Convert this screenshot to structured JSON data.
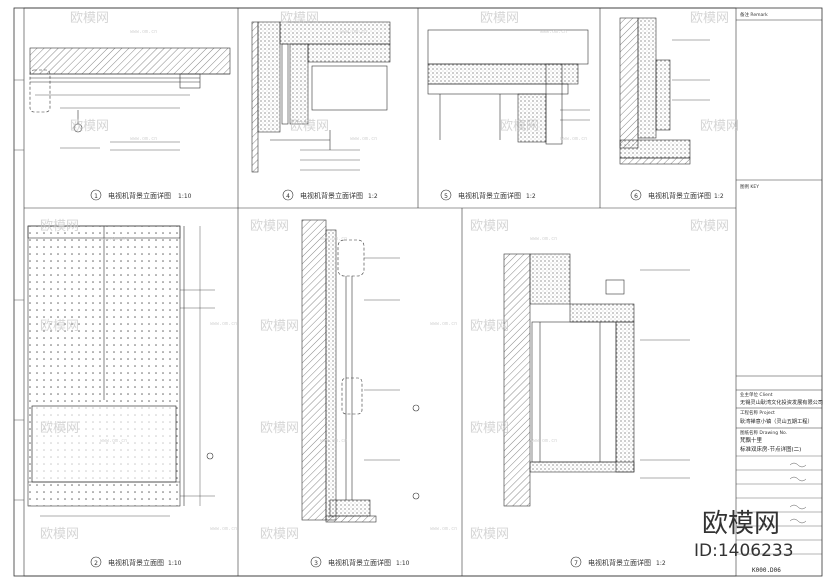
{
  "sheet": {
    "tb_remark_label": "备注 Remark",
    "tb_key_label": "图例 KEY",
    "client_label": "业主单位 Client",
    "client_name": "无锡灵山耿湾文化投资发展有限公司",
    "project_label": "工程名称 Project",
    "project_name": "耿湾禅意小镇（灵山五期工程）",
    "drawing_label": "图纸名称 Drawing No.",
    "drawing_title_1": "梵飘十里",
    "drawing_title_2": "标准双床房-节点详图(二)",
    "sheet_number": "K000.D06"
  },
  "watermark": {
    "brand": "欧模网",
    "site": "www.om.cn",
    "id_text": "ID:1406233"
  },
  "details": [
    {
      "num": "1",
      "title": "电视机背景立面详图",
      "scale": "1:10"
    },
    {
      "num": "4",
      "title": "电视机背景立面详图",
      "scale": "1:2"
    },
    {
      "num": "5",
      "title": "电视机背景立面详图",
      "scale": "1:2"
    },
    {
      "num": "6",
      "title": "电视机背景立面详图",
      "scale": "1:2"
    },
    {
      "num": "2",
      "title": "电视机背景立面图",
      "scale": "1:10"
    },
    {
      "num": "3",
      "title": "电视机背景立面详图",
      "scale": "1:10"
    },
    {
      "num": "7",
      "title": "电视机背景立面详图",
      "scale": "1:2"
    }
  ],
  "colors": {
    "line": "#333333",
    "hatch": "#666666",
    "watermark": "#c8c8c8"
  }
}
